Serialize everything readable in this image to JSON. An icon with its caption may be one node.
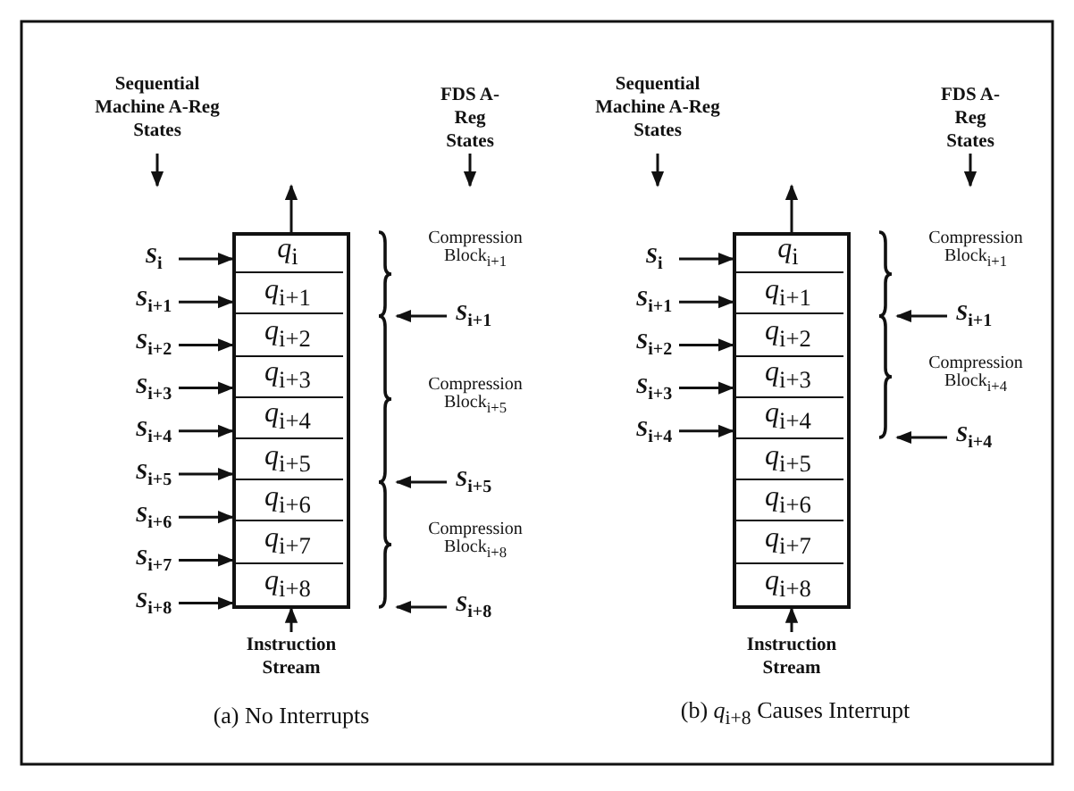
{
  "diagram": {
    "nodes": [
      {
        "text": [],
        "shape": "box"
      },
      {
        "text": [
          "*q*$_{i}$"
        ],
        "in": 0
      },
      {
        "text": [
          "*q*$_{i+1}$"
        ],
        "in": 0
      },
      {
        "text": [
          "*q*$_{i+2}$"
        ],
        "in": 0
      },
      {
        "text": [
          "*q*$_{i+3}$"
        ],
        "in": 0
      },
      {
        "text": [
          "*q*$_{i+4}$"
        ],
        "in": 0
      },
      {
        "text": [
          "*q*$_{i+5}$"
        ],
        "in": 0
      },
      {
        "text": [
          "*q*$_{i+6}$"
        ],
        "in": 0
      },
      {
        "text": [
          "*q*$_{i+7}$"
        ],
        "in": 0
      },
      {
        "text": [
          "*q*$_{i+8}$"
        ],
        "in": 0
      },
      {
        "text": [
          "Sequential Machine A-Reg States"
        ]
      },
      {
        "text": [
          "FDS A-Reg States"
        ]
      },
      {
        "text": [
          "*S*$_{i}$"
        ]
      },
      {
        "text": [
          "*S*$_{i+1}$"
        ]
      },
      {
        "text": [
          "*S*$_{i+2}$"
        ]
      },
      {
        "text": [
          "*S*$_{i+3}$"
        ]
      },
      {
        "text": [
          "*S*$_{i+4}$"
        ]
      },
      {
        "text": [
          "*S*$_{i+5}$"
        ]
      },
      {
        "text": [
          "*S*$_{i+6}$"
        ]
      },
      {
        "text": [
          "*S*$_{i+7}$"
        ]
      },
      {
        "text": [
          "*S*$_{i+8}$"
        ]
      },
      {
        "text": [
          "*S*$_{i+1}$"
        ]
      },
      {
        "text": [
          "*S*$_{i+5}$"
        ]
      },
      {
        "text": [
          "*S*$_{i+8}$"
        ]
      },
      {
        "text": [
          "Instruction Stream"
        ]
      },
      {
        "text": [],
        "shape": "box"
      },
      {
        "text": [
          "*q*$_{i}$"
        ],
        "in": 25
      },
      {
        "text": [
          "*q*$_{i+1}$"
        ],
        "in": 25
      },
      {
        "text": [
          "*q*$_{i+2}$"
        ],
        "in": 25
      },
      {
        "text": [
          "*q*$_{i+3}$"
        ],
        "in": 25
      },
      {
        "text": [
          "*q*$_{i+4}$"
        ],
        "in": 25
      },
      {
        "text": [
          "*q*$_{i+5}$"
        ],
        "in": 25
      },
      {
        "text": [
          "*q*$_{i+6}$"
        ],
        "in": 25
      },
      {
        "text": [
          "*q*$_{i+7}$"
        ],
        "in": 25
      },
      {
        "text": [
          "*q*$_{i+8}$"
        ],
        "in": 25
      },
      {
        "text": [
          "Sequential Machine A-Reg States"
        ]
      },
      {
        "text": [
          "FDS A-Reg States"
        ]
      },
      {
        "text": [
          "*S*$_{i}$"
        ]
      },
      {
        "text": [
          "*S*$_{i+1}$"
        ]
      },
      {
        "text": [
          "*S*$_{i+2}$"
        ]
      },
      {
        "text": [
          "*S*$_{i+3}$"
        ]
      },
      {
        "text": [
          "*S*$_{i+4}$"
        ]
      },
      {
        "text": [
          "*S*$_{i+1}$"
        ]
      },
      {
        "text": [
          "*S*$_{i+4}$"
        ]
      },
      {
        "text": [
          "Instruction Stream"
        ]
      }
    ],
    "edges": [
      {
        "from": 10,
        "to": null,
        "arrow": "to"
      },
      {
        "from": 11,
        "to": null,
        "arrow": "to"
      },
      {
        "from": 12,
        "to": 0,
        "arrow": "to"
      },
      {
        "from": 13,
        "to": 0,
        "arrow": "to"
      },
      {
        "from": 14,
        "to": 0,
        "arrow": "to"
      },
      {
        "from": 15,
        "to": 0,
        "arrow": "to"
      },
      {
        "from": 16,
        "to": 0,
        "arrow": "to"
      },
      {
        "from": 17,
        "to": 0,
        "arrow": "to"
      },
      {
        "from": 18,
        "to": 0,
        "arrow": "to"
      },
      {
        "from": 19,
        "to": 0,
        "arrow": "to"
      },
      {
        "from": 20,
        "to": 0,
        "arrow": "to"
      },
      {
        "from": 21,
        "to": null,
        "arrow": "to"
      },
      {
        "from": 22,
        "to": null,
        "arrow": "to"
      },
      {
        "from": 23,
        "to": null,
        "arrow": "to"
      },
      {
        "from": 1,
        "to": null,
        "arrow": "to"
      },
      {
        "from": 24,
        "to": 0,
        "arrow": "to"
      },
      {
        "from": 35,
        "to": null,
        "arrow": "to"
      },
      {
        "from": 36,
        "to": null,
        "arrow": "to"
      },
      {
        "from": 37,
        "to": 25,
        "arrow": "to"
      },
      {
        "from": 38,
        "to": 25,
        "arrow": "to"
      },
      {
        "from": 39,
        "to": 25,
        "arrow": "to"
      },
      {
        "from": 40,
        "to": 25,
        "arrow": "to"
      },
      {
        "from": 41,
        "to": 25,
        "arrow": "to"
      },
      {
        "from": 42,
        "to": null,
        "arrow": "to"
      },
      {
        "from": 43,
        "to": null,
        "arrow": "to"
      },
      {
        "from": 26,
        "to": null,
        "arrow": "to"
      },
      {
        "from": 44,
        "to": 25,
        "arrow": "to"
      }
    ],
    "labels": [
      "Compression Block$_{i+1}$",
      "Compression Block$_{i+5}$",
      "Compression Block$_{i+8}$",
      "(a) No Interrupts",
      "Compression Block$_{i+1}$",
      "Compression Block$_{i+4}$",
      "(b) *q*$_{i+8}$ Causes Interrupt"
    ]
  }
}
